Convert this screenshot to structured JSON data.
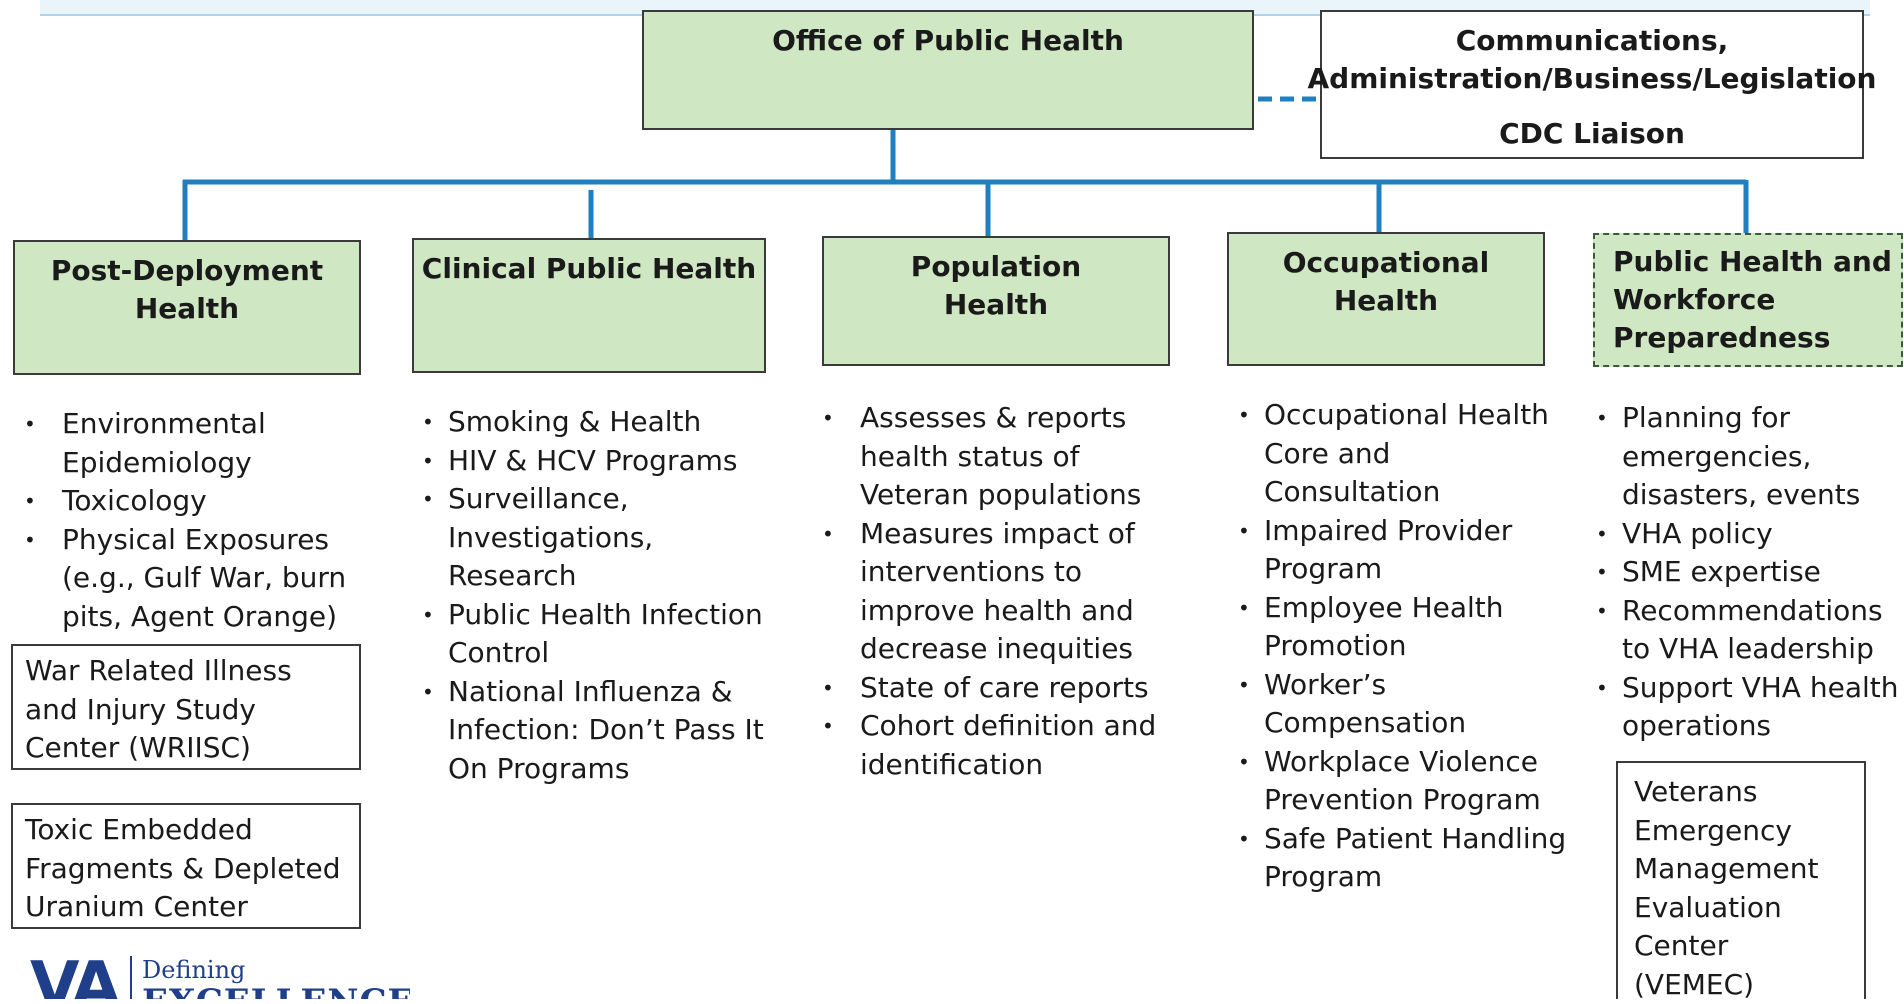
{
  "top_office": "Office of Public Health",
  "side_office": {
    "line1": "Communications,",
    "line2": "Administration/Business/Legislation",
    "line3": "CDC Liaison"
  },
  "divisions": [
    {
      "title": "Post-Deployment\nHealth",
      "items": [
        "Environmental Epidemiology",
        "Toxicology",
        "Physical Exposures (e.g., Gulf War, burn pits, Agent Orange)"
      ],
      "centers": [
        "War Related Illness and Injury Study Center (WRIISC)",
        "Toxic Embedded Fragments & Depleted Uranium Center"
      ]
    },
    {
      "title": "Clinical Public Health",
      "items": [
        "Smoking & Health",
        "HIV & HCV Programs",
        "Surveillance, Investigations, Research",
        "Public Health Infection Control",
        "National Influenza & Infection: Don’t Pass It On Programs"
      ]
    },
    {
      "title": "Population\nHealth",
      "items": [
        "Assesses & reports health status of Veteran populations",
        "Measures impact of interventions to improve health and decrease inequities",
        "State of care reports",
        "Cohort definition and identification"
      ]
    },
    {
      "title": "Occupational\nHealth",
      "items": [
        "Occupational Health Core and Consultation",
        "Impaired Provider Program",
        "Employee Health Promotion",
        "Worker’s Compensation",
        "Workplace Violence Prevention Program",
        "Safe Patient Handling Program"
      ]
    },
    {
      "title": "Public Health and\nWorkforce\nPreparedness",
      "items": [
        "Planning for emergencies, disasters, events",
        "VHA policy",
        "SME expertise",
        "Recommendations to VHA leadership",
        "Support VHA health operations"
      ],
      "centers": [
        "Veterans Emergency Management Evaluation Center (VEMEC)"
      ]
    }
  ],
  "logo": {
    "mark": "VA",
    "tagline_top": "Defining",
    "tagline_bottom": "EXCELLENCE"
  },
  "colors": {
    "division_fill": "#cfe7c2",
    "connector": "#1f7fbf",
    "border": "#3a3a3a"
  }
}
